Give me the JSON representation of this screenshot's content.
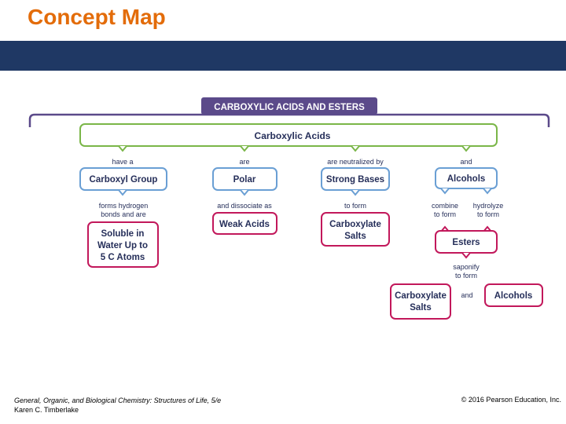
{
  "slide": {
    "title": "Concept Map",
    "colors": {
      "title": "#e36c0a",
      "bar": "#1f3864",
      "header_box": "#5b4a8a",
      "green": "#7ab648",
      "blue": "#6a9fd4",
      "magenta": "#c2185b",
      "text": "#262f5a"
    }
  },
  "map": {
    "header": "CARBOXYLIC ACIDS AND ESTERS",
    "root": "Carboxylic Acids",
    "links": {
      "have_a": "have a",
      "are": "are",
      "neutralized": "are neutralized by",
      "and": "and",
      "forms_h_bonds_1": "forms hydrogen",
      "forms_h_bonds_2": "bonds and are",
      "dissociate": "and dissociate as",
      "to_form": "to form",
      "combine_1": "combine",
      "combine_2": "to form",
      "hydrolyze_1": "hydrolyze",
      "hydrolyze_2": "to form",
      "saponify_1": "saponify",
      "saponify_2": "to form",
      "and_bottom": "and"
    },
    "nodes": {
      "carboxyl_group": "Carboxyl Group",
      "polar": "Polar",
      "strong_bases": "Strong Bases",
      "alcohols": "Alcohols",
      "soluble": [
        "Soluble in",
        "Water Up to",
        "5 C Atoms"
      ],
      "weak_acids": "Weak Acids",
      "carboxylate_salts": [
        "Carboxylate",
        "Salts"
      ],
      "esters": "Esters",
      "carboxylate_salts_2": [
        "Carboxylate",
        "Salts"
      ],
      "alcohols_2": "Alcohols"
    }
  },
  "footer": {
    "book": "General, Organic, and Biological Chemistry: Structures of Life, 5/e",
    "author": "Karen C. Timberlake",
    "copyright": "© 2016 Pearson Education, Inc."
  }
}
